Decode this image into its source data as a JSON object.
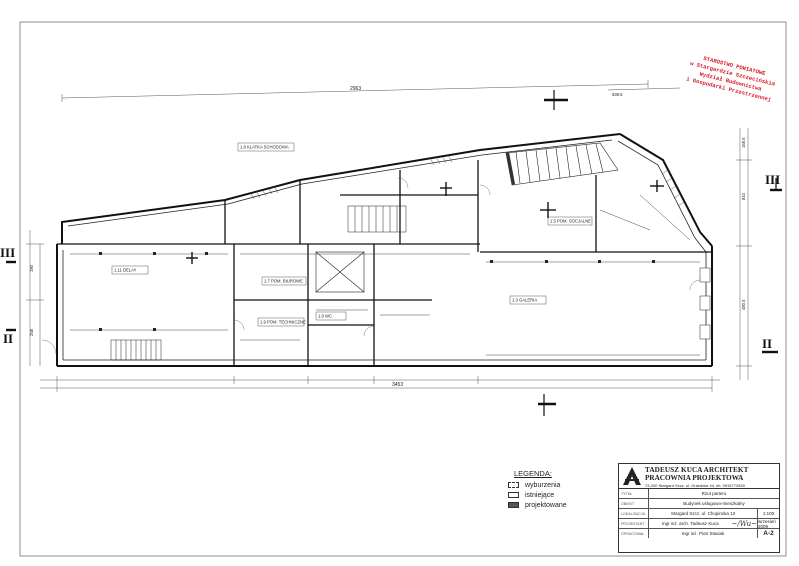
{
  "room_labels": [
    {
      "id": "r1",
      "text": "1.11 DELAY"
    },
    {
      "id": "r2",
      "text": "1.7 POM. BIUROWE"
    },
    {
      "id": "r3",
      "text": "1.3 GALERIA"
    },
    {
      "id": "r4",
      "text": "1.8 KLATKA SCHODOWA"
    },
    {
      "id": "r5",
      "text": "1.6 WC"
    },
    {
      "id": "r6",
      "text": "1.9 POM. TECHNICZNE"
    },
    {
      "id": "r7",
      "text": "1.5 POM. SOCJALNE"
    }
  ],
  "dimensions": {
    "top_overall": "2963",
    "top_right": "639.5",
    "bottom_overall": "3453",
    "left_1": "190",
    "left_2": "258",
    "right_1": "158.5",
    "right_2": "810",
    "right_3": "480.5"
  },
  "section_marks": {
    "iii_left": "III",
    "ii_left": "II",
    "iii_right": "III",
    "ii_right": "II"
  },
  "stamp": {
    "line1": "STAROSTWO POWIATOWE",
    "line2": "w Stargardzie Szczecińskim",
    "line3": "Wydział Budownictwa",
    "line4": "i Gospodarki Przestrzennej"
  },
  "legend": {
    "title": "LEGENDA:",
    "items": [
      {
        "label": "wyburzenia",
        "style": "demo"
      },
      {
        "label": "istniejące",
        "style": "exist"
      },
      {
        "label": "projektowane",
        "style": "proj"
      }
    ]
  },
  "title_block": {
    "firm_line1": "TADEUSZ KUCA ARCHITEKT",
    "firm_line2": "PRACOWNIA PROJEKTOWA",
    "address": "73-200 Stargard Szcz. ul. Grażdzka 44, tel. 0915772530",
    "rows": [
      {
        "key": "TYTUŁ",
        "value": "Rzut parteru",
        "side": ""
      },
      {
        "key": "OBIEKT",
        "value": "Budynek usługowo-mieszkalny",
        "side": ""
      },
      {
        "key": "LOKALIZACJA",
        "value": "Stargard Szcz. ul. Chopinska 13",
        "side": "1:100"
      },
      {
        "key": "PROJEKTANT",
        "value": "mgr inż. arch. Tadeusz Kuca",
        "side": "wrzesień 2009"
      },
      {
        "key": "OPRACOWAŁ",
        "value": "mgr inż. Piotr Stasiak",
        "side": "A-2"
      }
    ]
  }
}
